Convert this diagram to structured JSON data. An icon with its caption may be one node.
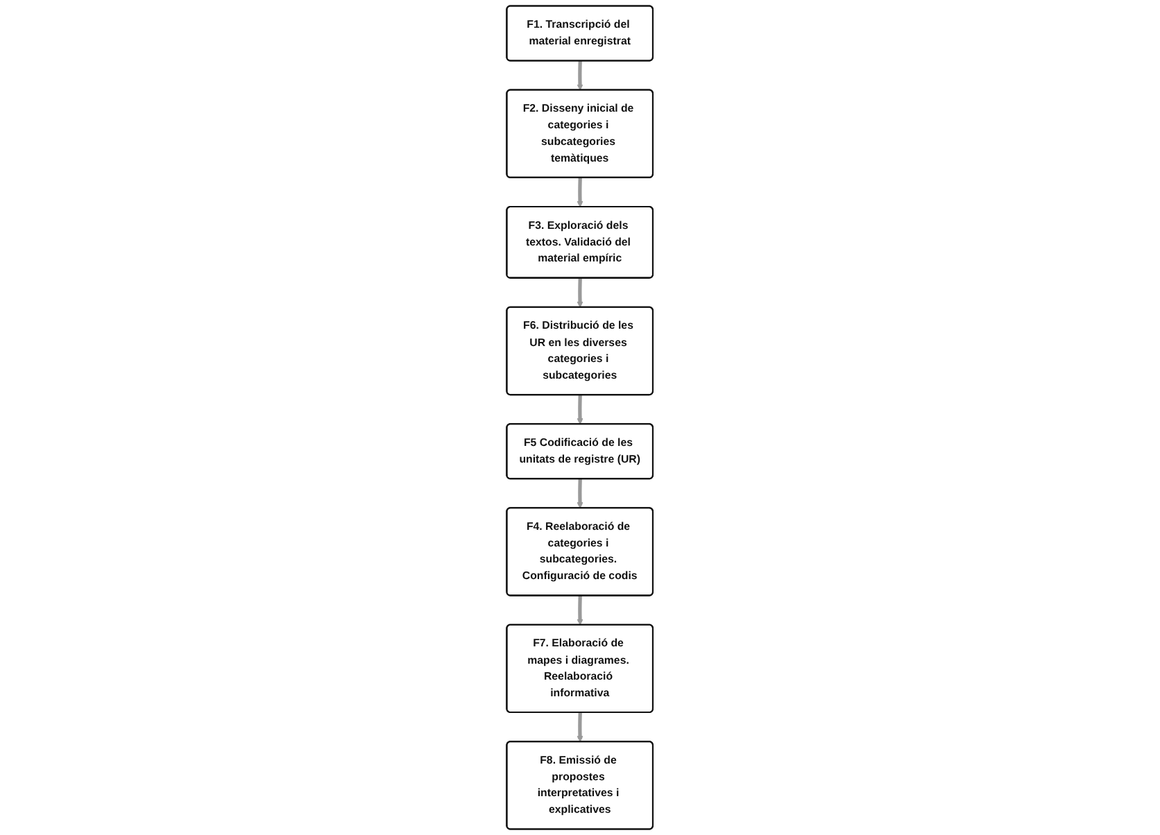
{
  "diagram": {
    "nodes": [
      {
        "text": [
          "F1. Transcripció del material enregistrat"
        ]
      },
      {
        "text": [
          "F2. Disseny inicial de categories i subcategories temàtiques"
        ]
      },
      {
        "text": [
          "F3. Exploració dels textos. Validació del material empíric"
        ]
      },
      {
        "text": [
          "F4. Reelaboració de categories i subcategories. Configuració de codis"
        ]
      },
      {
        "text": [
          "F5 Codificació de les unitats de registre (UR)"
        ]
      },
      {
        "text": [
          "F6. Distribució de les UR en les diverses categories i subcategories"
        ]
      },
      {
        "text": [
          "F7. Elaboració de mapes i diagrames. Reelaboració informativa"
        ]
      },
      {
        "text": [
          "F8. Emissió de propostes interpretatives i explicatives"
        ]
      }
    ],
    "edges": [
      {
        "from": 0,
        "to": 1,
        "arrow": "to"
      },
      {
        "from": 1,
        "to": 2,
        "arrow": "to"
      },
      {
        "from": 2,
        "to": 5,
        "arrow": "to"
      },
      {
        "from": 5,
        "to": 4,
        "arrow": "to"
      },
      {
        "from": 4,
        "to": 3,
        "arrow": "to"
      },
      {
        "from": 3,
        "to": 6,
        "arrow": "to"
      },
      {
        "from": 6,
        "to": 7,
        "arrow": "to"
      }
    ]
  }
}
